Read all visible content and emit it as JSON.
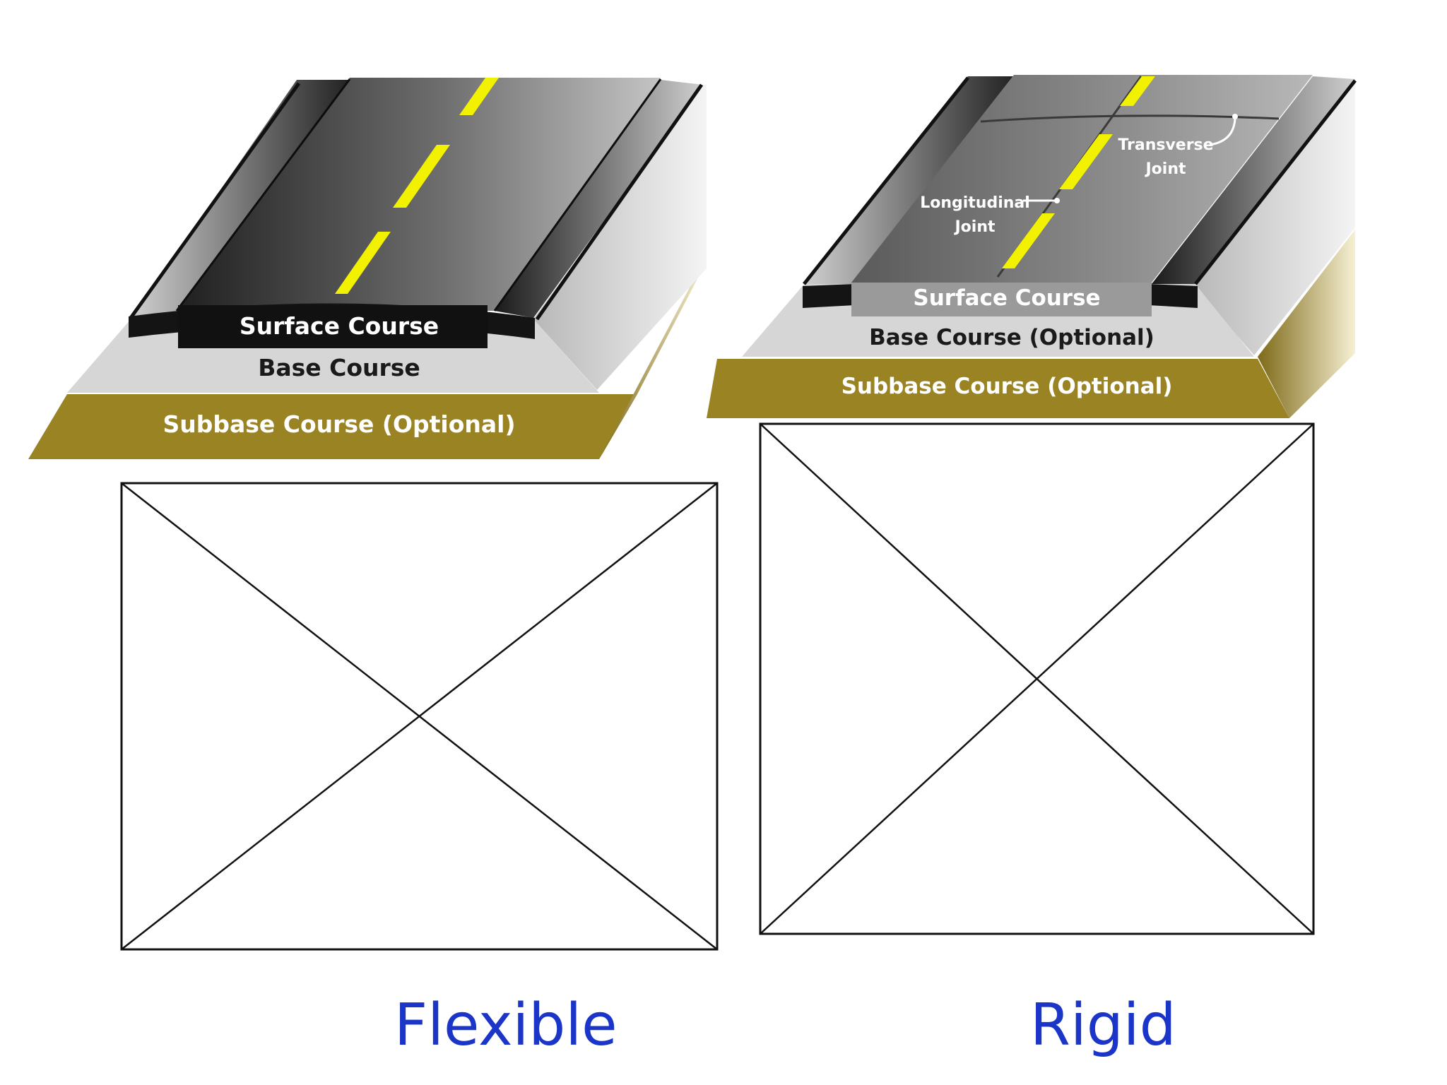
{
  "flexible": {
    "surface_label": "Surface Course",
    "base_label": "Base Course",
    "subbase_label": "Subbase Course (Optional)",
    "caption": "Flexible"
  },
  "rigid": {
    "surface_label": "Surface Course",
    "base_label": "Base Course (Optional)",
    "subbase_label": "Subbase Course (Optional)",
    "longitudinal_joint_line1": "Longitudinal",
    "longitudinal_joint_line2": "Joint",
    "transverse_joint_line1": "Transverse",
    "transverse_joint_line2": "Joint",
    "caption": "Rigid"
  },
  "colors": {
    "subbase": "#9a8323",
    "base": "#d6d6d6",
    "asphalt": "#141414",
    "centerline": "#f2f200",
    "caption": "#1a35c7"
  }
}
